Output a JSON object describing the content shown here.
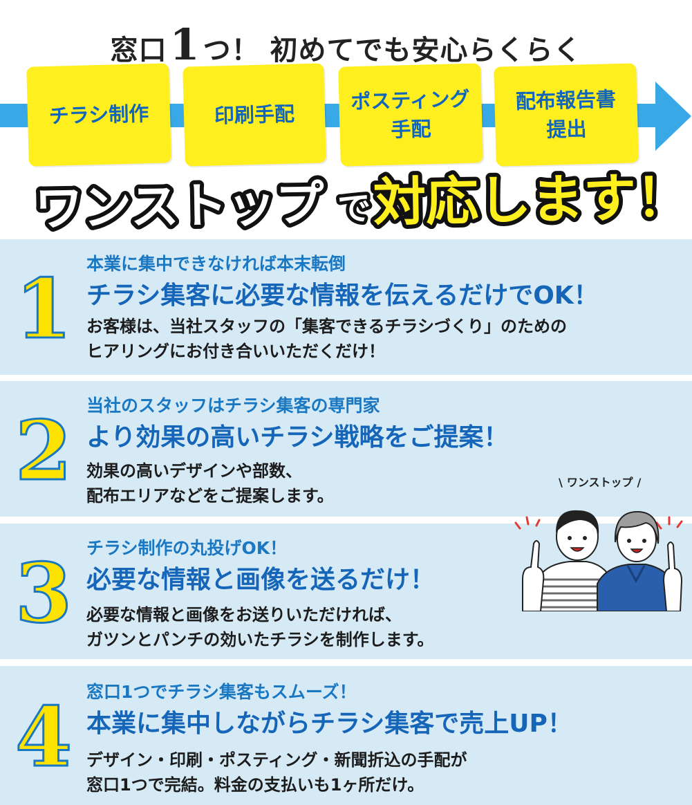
{
  "header": {
    "title_pre": "窓口",
    "title_num": "1",
    "title_post": "つ！ 初めてでも安心らくらく"
  },
  "steps": [
    {
      "line1": "チラシ制作",
      "line2": ""
    },
    {
      "line1": "印刷手配",
      "line2": ""
    },
    {
      "line1": "ポスティング",
      "line2": "手配"
    },
    {
      "line1": "配布報告書",
      "line2": "提出"
    }
  ],
  "onestop_banner": {
    "part1": "ワンストップ",
    "part2": "で",
    "part3": "対応します！"
  },
  "sections": [
    {
      "number": "1",
      "subtitle": "本業に集中できなければ本末転倒",
      "heading": "チラシ集客に必要な情報を伝えるだけでOK！",
      "body1": "お客様は、当社スタッフの「集客できるチラシづくり」のための",
      "body2": "ヒアリングにお付き合いいただくだけ！"
    },
    {
      "number": "2",
      "subtitle": "当社のスタッフはチラシ集客の専門家",
      "heading": "より効果の高いチラシ戦略をご提案！",
      "body1": "効果の高いデザインや部数、",
      "body2": "配布エリアなどをご提案します。"
    },
    {
      "number": "3",
      "subtitle": "チラシ制作の丸投げOK！",
      "heading": "必要な情報と画像を送るだけ！",
      "body1": "必要な情報と画像をお送りいただければ、",
      "body2": "ガツンとパンチの効いたチラシを制作します。"
    },
    {
      "number": "4",
      "subtitle": "窓口1つでチラシ集客もスムーズ！",
      "heading": "本業に集中しながらチラシ集客で売上UP！",
      "body1": "デザイン・印刷・ポスティング・新聞折込の手配が",
      "body2": "窓口1つで完結。料金の支払いも1ヶ所だけ。"
    }
  ],
  "illustration": {
    "label": "ワンストップ"
  },
  "colors": {
    "accent_blue": "#1a78c2",
    "arrow_blue": "#39a8e6",
    "box_yellow": "#ffef1f",
    "panel_bg": "#d6eaf6"
  }
}
